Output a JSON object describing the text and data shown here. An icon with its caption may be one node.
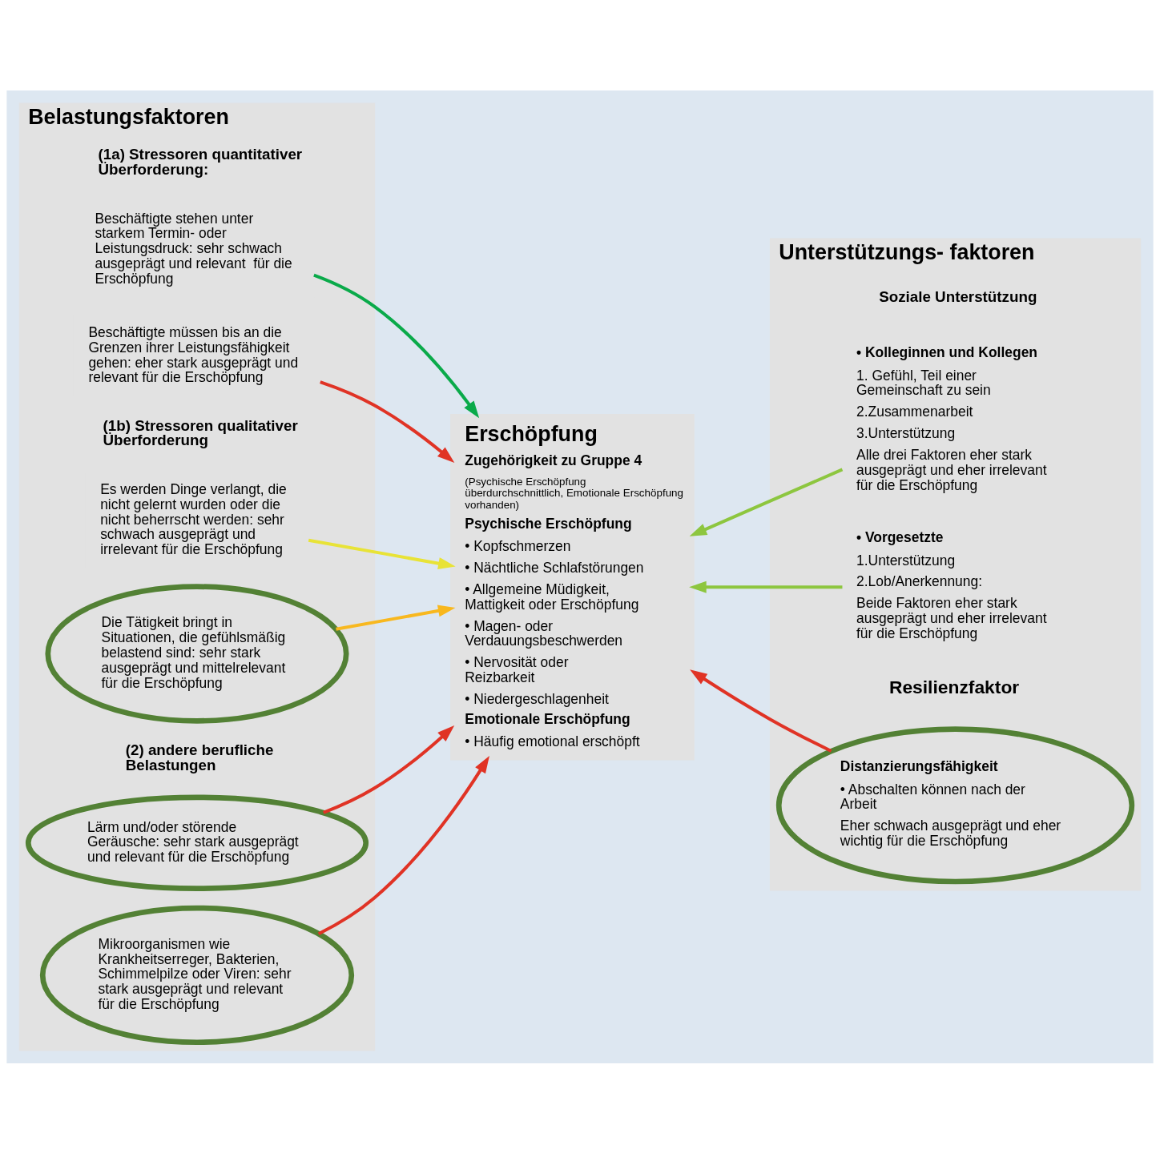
{
  "diagram": {
    "nodes": [
      {
        "text": [
          "Belastungsfaktoren"
        ]
      },
      {
        "text": [
          "Beschäftigte stehen unter starkem Termin- oder Leistungsdruck: sehr schwach ausgeprägt und relevant  für die Erschöpfung"
        ],
        "in": 0
      },
      {
        "text": [
          "Beschäftigte müssen bis an die Grenzen ihrer Leistungsfähigkeit gehen: eher stark ausgeprägt und relevant für die Erschöpfung"
        ],
        "in": 0
      },
      {
        "text": [
          "Es werden Dinge verlangt, die nicht gelernt wurden oder die nicht beherrscht werden: sehr schwach ausgeprägt und irrelevant für die Erschöpfung"
        ],
        "in": 0
      },
      {
        "text": [
          "Die Tätigkeit bringt in Situationen, die gefühlsmäßig belastend sind: sehr stark ausgeprägt und mittelrelevant für die Erschöpfung"
        ],
        "in": 0
      },
      {
        "text": [
          "Lärm und/oder störende Geräusche: sehr stark ausgeprägt und relevant für die Erschöpfung"
        ],
        "in": 0
      },
      {
        "text": [
          "Mikroorganismen wie Krankheitserreger, Bakterien, Schimmelpilze oder Viren: sehr stark ausgeprägt und relevant für die Erschöpfung"
        ],
        "in": 0
      },
      {
        "text": [
          "Erschöpfung",
          "Zugehörigkeit zu Gruppe 4",
          "(Psychische Erschöpfung überdurchschnittlich, Emotionale Erschöpfung vorhanden)",
          "Psychische Erschöpfung",
          "• Kopfschmerzen",
          "• Nächtliche Schlafstörungen",
          "• Allgemeine Müdigkeit, Mattigkeit oder Erschöpfung",
          "• Magen- oder Verdauungsbeschwerden",
          "• Nervosität oder Reizbarkeit",
          "• Niedergeschlagenheit",
          "Emotionale Erschöpfung",
          "• Häufig emotional erschöpft"
        ]
      },
      {
        "text": [
          "Unterstützungs- faktoren"
        ]
      },
      {
        "text": [
          "• Kolleginnen und Kollegen",
          "1. Gefühl, Teil einer Gemeinschaft zu sein",
          "2.Zusammenarbeit",
          "3.Unterstützung",
          "Alle drei Faktoren eher stark ausgeprägt und eher irrelevant für die Erschöpfung"
        ],
        "in": 8
      },
      {
        "text": [
          "• Vorgesetzte",
          "1.Unterstützung",
          "2.Lob/Anerkennung:",
          "Beide Faktoren eher stark ausgeprägt und eher irrelevant für die Erschöpfung"
        ],
        "in": 8
      },
      {
        "text": [
          "Distanzierungsfähigkeit",
          "• Abschalten können nach der Arbeit",
          "Eher schwach ausgeprägt und eher wichtig für die Erschöpfung"
        ],
        "in": 8
      }
    ],
    "edges": [
      {
        "from": 1,
        "to": 7,
        "arrow": "to",
        "color": "#0aaa4a"
      },
      {
        "from": 2,
        "to": 7,
        "arrow": "to",
        "color": "#e03325"
      },
      {
        "from": 3,
        "to": 7,
        "arrow": "to",
        "color": "#e8e337"
      },
      {
        "from": 4,
        "to": 7,
        "arrow": "to",
        "color": "#f8b81f"
      },
      {
        "from": 5,
        "to": 7,
        "arrow": "to",
        "color": "#e03325"
      },
      {
        "from": 6,
        "to": 7,
        "arrow": "to",
        "color": "#e03325"
      },
      {
        "from": 9,
        "to": 7,
        "arrow": "to",
        "color": "#8dc63f"
      },
      {
        "from": 10,
        "to": 7,
        "arrow": "to",
        "color": "#8dc63f"
      },
      {
        "from": 11,
        "to": 7,
        "arrow": "to",
        "color": "#e03325"
      }
    ],
    "labels": [
      "(1a) Stressoren quantitativer Überforderung:",
      "(1b) Stressoren qualitativer Überforderung",
      "(2) andere berufliche Belastungen",
      "Soziale Unterstützung",
      "Resilienzfaktor"
    ]
  }
}
